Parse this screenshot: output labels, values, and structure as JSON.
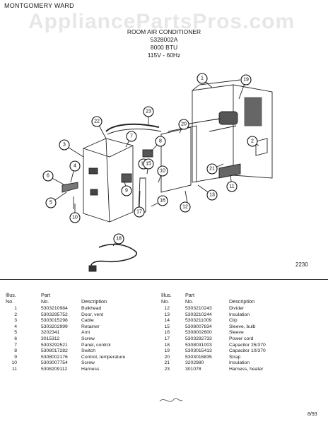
{
  "header": {
    "brand": "MONTGOMERY WARD",
    "title": "ROOM AIR CONDITIONER",
    "model": "5328002A",
    "capacity": "8000 BTU",
    "power": "115V - 60Hz",
    "watermark": "AppliancePartsPros.com"
  },
  "diagram": {
    "code": "2230",
    "callouts": [
      "1",
      "2",
      "3",
      "4",
      "5",
      "6",
      "7",
      "8",
      "9",
      "10",
      "10",
      "11",
      "12",
      "13",
      "14",
      "15",
      "16",
      "17",
      "18",
      "19",
      "20",
      "21",
      "22",
      "23"
    ]
  },
  "table": {
    "headers": {
      "illus": "Illus.",
      "no": "No.",
      "part": "Part",
      "partno": "No.",
      "desc": "Description"
    },
    "left": [
      {
        "illus": "1",
        "part": "5303210984",
        "desc": "Bulkhead"
      },
      {
        "illus": "2",
        "part": "5303295752",
        "desc": "Door, vent"
      },
      {
        "illus": "3",
        "part": "5303015298",
        "desc": "Cable"
      },
      {
        "illus": "4",
        "part": "5303202999",
        "desc": "Retainer"
      },
      {
        "illus": "5",
        "part": "3202341",
        "desc": "Arm"
      },
      {
        "illus": "6",
        "part": "3015312",
        "desc": "Screw"
      },
      {
        "illus": "7",
        "part": "5303292521",
        "desc": "Panel, control"
      },
      {
        "illus": "8",
        "part": "5308017282",
        "desc": "Switch"
      },
      {
        "illus": "9",
        "part": "5308002176",
        "desc": "Control, temperature"
      },
      {
        "illus": "10",
        "part": "5303007754",
        "desc": "Screw"
      },
      {
        "illus": "11",
        "part": "5308209112",
        "desc": "Harness"
      }
    ],
    "right": [
      {
        "illus": "12",
        "part": "5303210243",
        "desc": "Divider"
      },
      {
        "illus": "13",
        "part": "5303210244",
        "desc": "Insulation"
      },
      {
        "illus": "14",
        "part": "5303211009",
        "desc": "Clip"
      },
      {
        "illus": "15",
        "part": "5308007834",
        "desc": "Sleeve, bulb"
      },
      {
        "illus": "16",
        "part": "5308002600",
        "desc": "Sleeve"
      },
      {
        "illus": "17",
        "part": "5303292733",
        "desc": "Power cord"
      },
      {
        "illus": "18",
        "part": "5308031003",
        "desc": "Capacitor 25/370"
      },
      {
        "illus": "19",
        "part": "5303015413",
        "desc": "Capacitor 10/370"
      },
      {
        "illus": "20",
        "part": "5303016835",
        "desc": "Strap"
      },
      {
        "illus": "21",
        "part": "3202980",
        "desc": "Insulation"
      },
      {
        "illus": "23",
        "part": "301078",
        "desc": "Harness, heater"
      }
    ]
  },
  "footer": {
    "date": "8/93"
  }
}
